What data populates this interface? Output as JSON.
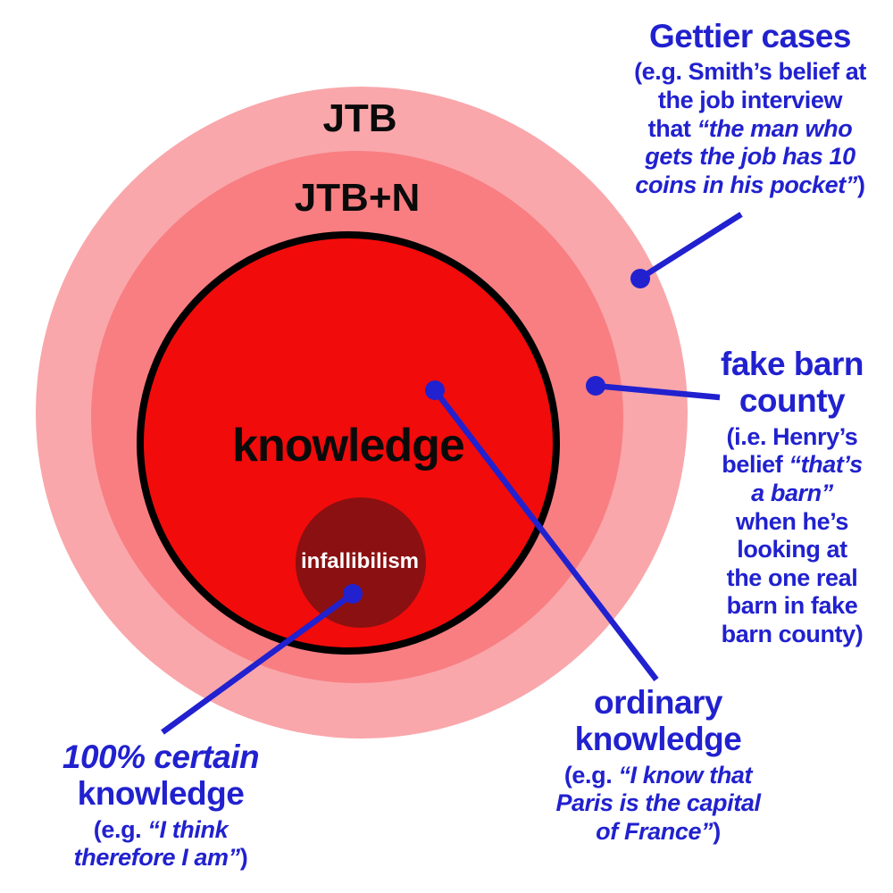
{
  "colors": {
    "jtb": "#f9a7ab",
    "jtbn": "#f87e82",
    "knowledge": "#f10b0b",
    "infallibilism": "#8b1012",
    "outline": "#000000",
    "accent": "#2121cf",
    "label_dark": "#0a0a0a",
    "label_light": "#ffffff",
    "bg": "#ffffff"
  },
  "labels": {
    "jtb": "JTB",
    "jtbn": "JTB+N",
    "knowledge": "knowledge",
    "infallibilism": "infallibilism"
  },
  "annotations": {
    "gettier": {
      "title": "Gettier cases",
      "body": [
        {
          "t": "(e.g. Smith’s belief at\nthe job interview\nthat ",
          "i": false
        },
        {
          "t": "“the man who\ngets the job has 10\ncoins in his pocket”",
          "i": true
        },
        {
          "t": ")",
          "i": false
        }
      ]
    },
    "fake_barn": {
      "title": "fake barn\ncounty",
      "body": [
        {
          "t": "(i.e. Henry’s\nbelief ",
          "i": false
        },
        {
          "t": "“that’s\na barn”",
          "i": true
        },
        {
          "t": "\nwhen he’s\nlooking at\nthe one real\nbarn in fake\nbarn county)",
          "i": false
        }
      ]
    },
    "ordinary": {
      "title": "ordinary\nknowledge",
      "body": [
        {
          "t": "(e.g. ",
          "i": false
        },
        {
          "t": "“I know that\nParis is the capital\nof France”",
          "i": true
        },
        {
          "t": ")",
          "i": false
        }
      ]
    },
    "certain": {
      "title": [
        {
          "t": "100% certain",
          "i": true
        },
        {
          "t": "\nknowledge",
          "i": false
        }
      ],
      "body": [
        {
          "t": "(e.g. ",
          "i": false
        },
        {
          "t": "“I think\ntherefore I am”",
          "i": true
        },
        {
          "t": ")",
          "i": false
        }
      ]
    }
  }
}
